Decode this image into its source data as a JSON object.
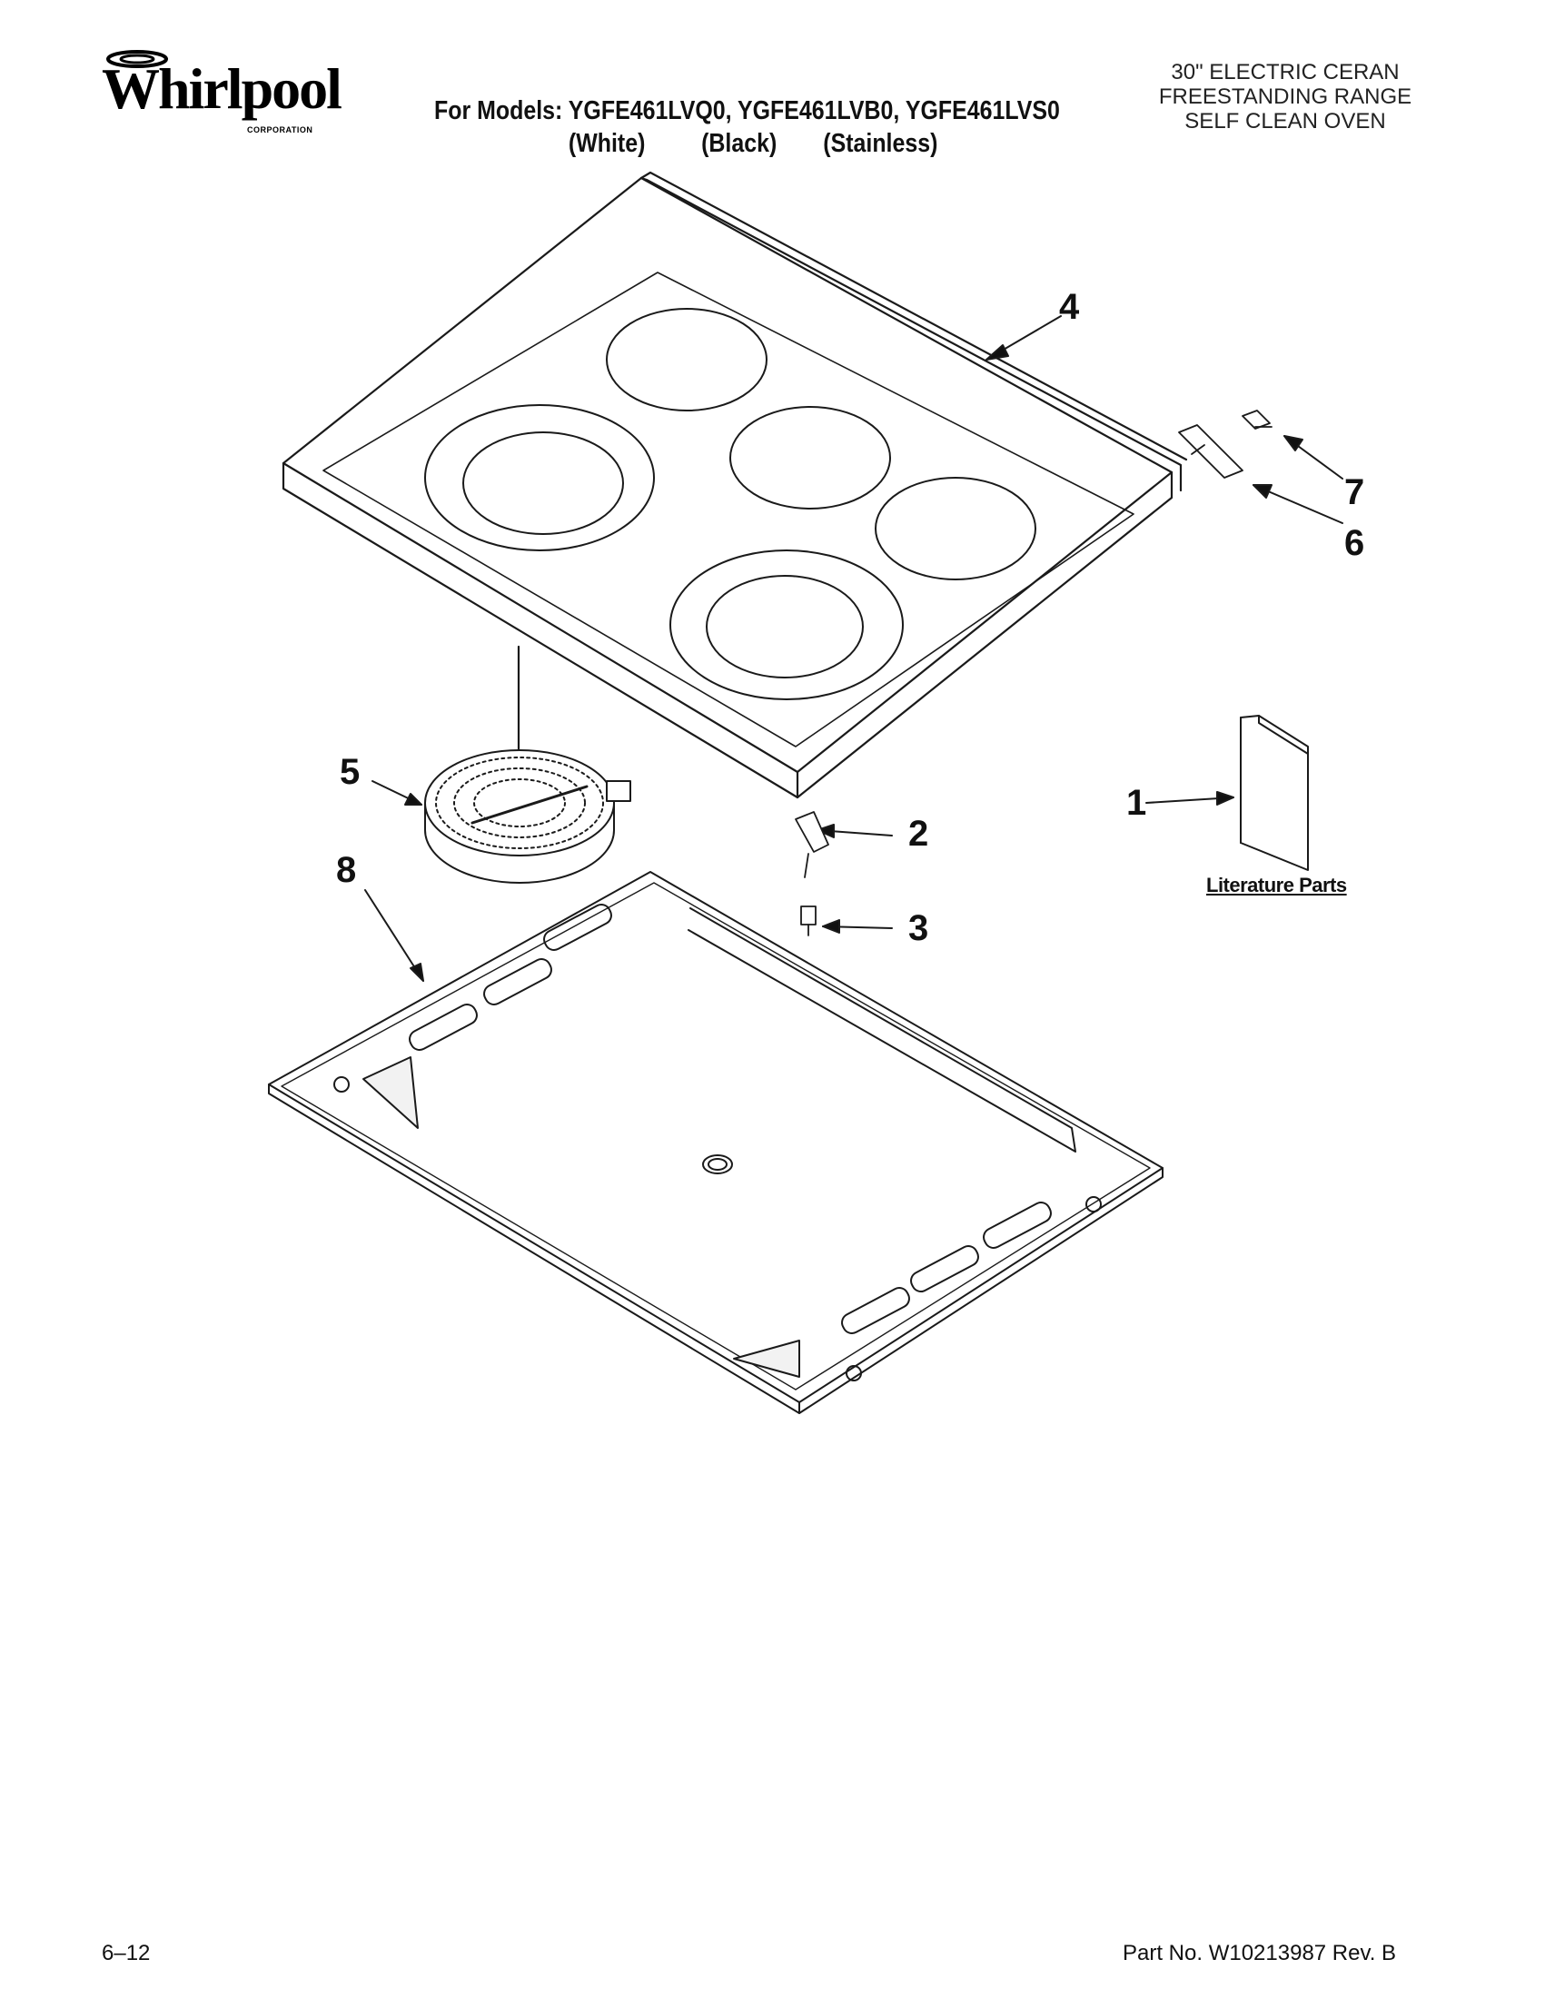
{
  "brand": {
    "name": "Whirlpool",
    "sub": "CORPORATION"
  },
  "header": {
    "models_line": "For Models: YGFE461LVQ0, YGFE461LVB0, YGFE461LVS0",
    "colors": [
      "(White)",
      "(Black)",
      "(Stainless)"
    ],
    "title_lines": [
      "30\" ELECTRIC CERAN",
      "FREESTANDING RANGE",
      "SELF CLEAN OVEN"
    ]
  },
  "callouts": [
    "1",
    "2",
    "3",
    "4",
    "5",
    "6",
    "7",
    "8"
  ],
  "literature_label": "Literature Parts",
  "footer": {
    "date": "6–12",
    "part_no": "Part No. W10213987 Rev. B"
  }
}
